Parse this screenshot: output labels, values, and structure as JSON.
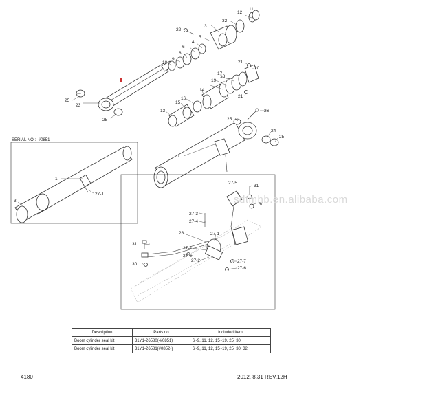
{
  "page": {
    "page_number": "4180",
    "date_rev": "2012. 8.31  REV.12H",
    "watermark": "sdtmhb.en.alibaba.com",
    "serial_label": "SERIAL NO : -#0851"
  },
  "labels": {
    "p1": "1",
    "p1b": "1",
    "p3": "3",
    "p3b": "3",
    "p4": "4",
    "p5": "5",
    "p6": "6",
    "p8": "8",
    "p9": "9",
    "p10": "10",
    "p11": "11",
    "p12": "12",
    "p13": "13",
    "p14": "14",
    "p15": "15",
    "p16": "16",
    "p17": "17",
    "p18": "18",
    "p19": "19",
    "p20": "20",
    "p21a": "21",
    "p21b": "21",
    "p22": "22",
    "p23": "23",
    "p24": "24",
    "p25a": "25",
    "p25b": "25",
    "p25c": "25",
    "p26": "26",
    "p27_1": "27-1",
    "p27_1b": "27-1",
    "p27_2": "27-2",
    "p27_3": "27-3",
    "p27_4": "27-4",
    "p27_4b": "27-4",
    "p27_5": "27-5",
    "p27_6": "27-6",
    "p27_6b": "27-6",
    "p27_7": "27-7",
    "p28": "28",
    "p30": "30",
    "p30b": "30",
    "p31": "31",
    "p31b": "31",
    "p32": "32"
  },
  "table": {
    "headers": [
      "Description",
      "Parts no",
      "Included item"
    ],
    "rows": [
      [
        "Boom cylinder seal kit",
        "31Y1-26580(-#0851)",
        "6~9, 11, 12, 15~19, 25, 30"
      ],
      [
        "Boom cylinder seal kit",
        "31Y1-26581(#0852-)",
        "6~9, 11, 12, 15~19, 25, 30, 32"
      ]
    ]
  }
}
